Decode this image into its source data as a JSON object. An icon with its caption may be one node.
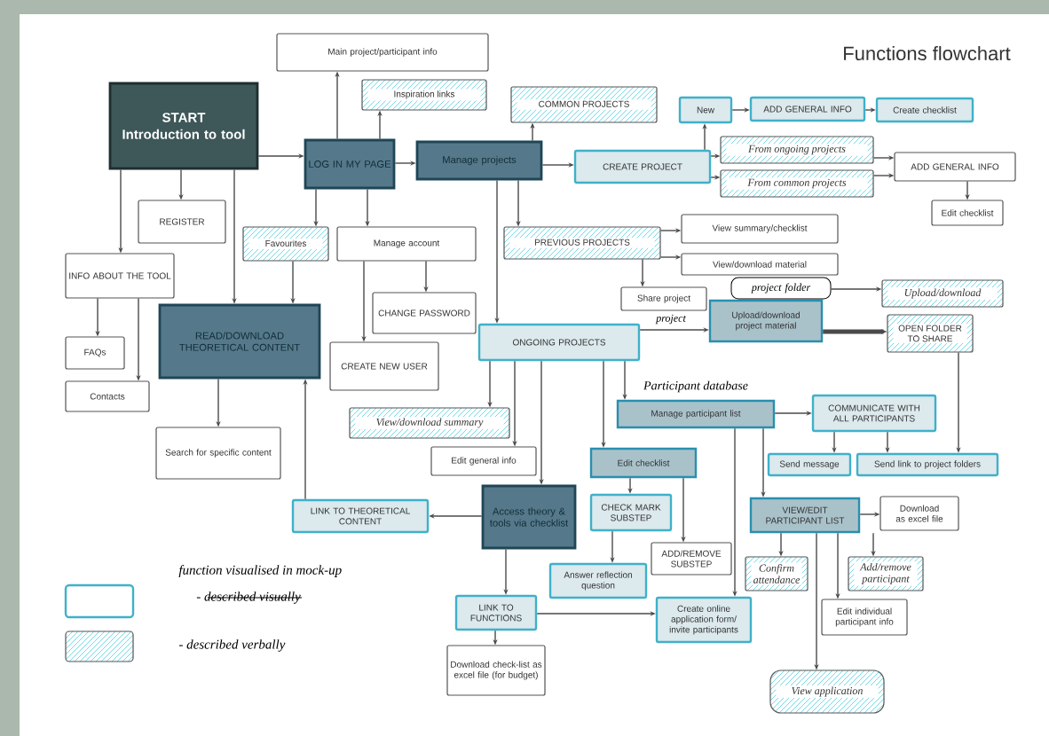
{
  "diagram": {
    "title": "Functions flowchart",
    "nodes": [
      {
        "text": [
          "START",
          "Introduction to tool"
        ]
      },
      {
        "text": [
          "Main project/participant info"
        ]
      },
      {
        "text": [
          "Inspiration links"
        ]
      },
      {
        "text": [
          "LOG IN MY PAGE"
        ]
      },
      {
        "text": [
          "REGISTER"
        ]
      },
      {
        "text": [
          "Favourites"
        ]
      },
      {
        "text": [
          "Manage account"
        ]
      },
      {
        "text": [
          "INFO ABOUT THE TOOL"
        ]
      },
      {
        "text": [
          "READ/DOWNLOAD THEORETICAL CONTENT"
        ]
      },
      {
        "text": [
          "FAQs"
        ]
      },
      {
        "text": [
          "CREATE NEW USER"
        ]
      },
      {
        "text": [
          "CHANGE PASSWORD"
        ]
      },
      {
        "text": [
          "Contacts"
        ]
      },
      {
        "text": [
          "Search for specific content"
        ]
      },
      {
        "text": [
          "Manage projects"
        ]
      },
      {
        "text": [
          "COMMON PROJECTS"
        ]
      },
      {
        "text": [
          "CREATE PROJECT"
        ]
      },
      {
        "text": [
          "New"
        ]
      },
      {
        "text": [
          "ADD GENERAL INFO"
        ]
      },
      {
        "text": [
          "Create checklist"
        ]
      },
      {
        "text": [
          "From ongoing projects"
        ]
      },
      {
        "text": [
          "From common projects"
        ]
      },
      {
        "text": [
          "ADD GENERAL INFO"
        ]
      },
      {
        "text": [
          "Edit checklist"
        ]
      },
      {
        "text": [
          "PREVIOUS PROJECTS"
        ]
      },
      {
        "text": [
          "View summary/checklist"
        ]
      },
      {
        "text": [
          "View/download material"
        ]
      },
      {
        "text": [
          "Share project"
        ]
      },
      {
        "text": [
          "ONGOING PROJECTS"
        ]
      },
      {
        "text": [
          "Upload/download project material"
        ]
      },
      {
        "text": [
          "Upload/download"
        ]
      },
      {
        "text": [
          "OPEN FOLDER TO SHARE"
        ]
      },
      {
        "text": [
          "Manage participant list"
        ]
      },
      {
        "text": [
          "COMMUNICATE WITH ALL PARTICIPANTS"
        ]
      },
      {
        "text": [
          "View/download summary"
        ]
      },
      {
        "text": [
          "Edit general info"
        ]
      },
      {
        "text": [
          "Edit checklist"
        ]
      },
      {
        "text": [
          "Send message"
        ]
      },
      {
        "text": [
          "Send link to project folders"
        ]
      },
      {
        "text": [
          "LINK TO THEORETICAL CONTENT"
        ]
      },
      {
        "text": [
          "Access theory & tools via checklist"
        ]
      },
      {
        "text": [
          "CHECK MARK SUBSTEP"
        ]
      },
      {
        "text": [
          "VIEW/EDIT PARTICIPANT LIST"
        ]
      },
      {
        "text": [
          "Download as excel file"
        ]
      },
      {
        "text": [
          "ADD/REMOVE SUBSTEP"
        ]
      },
      {
        "text": [
          "Answer reflection question"
        ]
      },
      {
        "text": [
          "Confirm attendance"
        ]
      },
      {
        "text": [
          "Add/remove participant"
        ]
      },
      {
        "text": [
          "LINK TO FUNCTIONS"
        ]
      },
      {
        "text": [
          "Create online application form/ invite participants"
        ]
      },
      {
        "text": [
          "Edit individual participant info"
        ]
      },
      {
        "text": [
          "Download check-list as excel file (for budget)"
        ]
      },
      {
        "text": [
          "View application"
        ]
      },
      {
        "text": [
          "project folder"
        ]
      }
    ],
    "edges": [
      {
        "from": 0,
        "to": 3,
        "arrow": "to"
      },
      {
        "from": 0,
        "to": 4,
        "arrow": "to"
      },
      {
        "from": 0,
        "to": 7,
        "arrow": "to"
      },
      {
        "from": 0,
        "to": 8,
        "arrow": "to"
      },
      {
        "from": 8,
        "to": 13,
        "arrow": "to"
      },
      {
        "from": 3,
        "to": 1,
        "arrow": "to"
      },
      {
        "from": 3,
        "to": 2,
        "arrow": "to"
      },
      {
        "from": 3,
        "to": 5,
        "arrow": "to"
      },
      {
        "from": 3,
        "to": 6,
        "arrow": "to"
      },
      {
        "from": 3,
        "to": 14,
        "arrow": "to"
      },
      {
        "from": 5,
        "to": 8,
        "arrow": "to"
      },
      {
        "from": 7,
        "to": 9,
        "arrow": "to"
      },
      {
        "from": 7,
        "to": 12,
        "arrow": "to"
      },
      {
        "from": 6,
        "to": 11,
        "arrow": "to"
      },
      {
        "from": 6,
        "to": 10,
        "arrow": "to"
      },
      {
        "from": 14,
        "to": 15,
        "arrow": "to"
      },
      {
        "from": 14,
        "to": 16,
        "arrow": "to"
      },
      {
        "from": 14,
        "to": 24,
        "arrow": "to"
      },
      {
        "from": 14,
        "to": 28,
        "arrow": "to"
      },
      {
        "from": 16,
        "to": 17,
        "arrow": "to"
      },
      {
        "from": 16,
        "to": 20,
        "arrow": "to"
      },
      {
        "from": 16,
        "to": 21,
        "arrow": "to"
      },
      {
        "from": 17,
        "to": 18,
        "arrow": "to"
      },
      {
        "from": 18,
        "to": 19,
        "arrow": "to"
      },
      {
        "from": 20,
        "to": 22,
        "arrow": "to"
      },
      {
        "from": 21,
        "to": 22,
        "arrow": "to"
      },
      {
        "from": 22,
        "to": 23,
        "arrow": "to"
      },
      {
        "from": 24,
        "to": 25,
        "arrow": "to"
      },
      {
        "from": 24,
        "to": 26,
        "arrow": "to"
      },
      {
        "from": 24,
        "to": 27,
        "arrow": "to"
      },
      {
        "from": 28,
        "to": 29,
        "arrow": "to",
        "label": "project"
      },
      {
        "from": 29,
        "to": 31,
        "arrow": "to",
        "style": "thick"
      },
      {
        "from": 53,
        "to": 30,
        "arrow": "to"
      },
      {
        "from": 31,
        "to": 38,
        "arrow": "to"
      },
      {
        "from": 28,
        "to": 34,
        "arrow": "to"
      },
      {
        "from": 28,
        "to": 35,
        "arrow": "to"
      },
      {
        "from": 28,
        "to": 40,
        "arrow": "to"
      },
      {
        "from": 28,
        "to": 36,
        "arrow": "to"
      },
      {
        "from": 28,
        "to": 32,
        "arrow": "to"
      },
      {
        "from": 32,
        "to": 33,
        "arrow": "to"
      },
      {
        "from": 32,
        "to": 42,
        "arrow": "to"
      },
      {
        "from": 32,
        "to": 49,
        "arrow": "to"
      },
      {
        "from": 33,
        "to": 37,
        "arrow": "to"
      },
      {
        "from": 33,
        "to": 38,
        "arrow": "to"
      },
      {
        "from": 36,
        "to": 41,
        "arrow": "to"
      },
      {
        "from": 36,
        "to": 44,
        "arrow": "to"
      },
      {
        "from": 41,
        "to": 45,
        "arrow": "to"
      },
      {
        "from": 40,
        "to": 39,
        "arrow": "to"
      },
      {
        "from": 39,
        "to": 8,
        "arrow": "to"
      },
      {
        "from": 40,
        "to": 48,
        "arrow": "to"
      },
      {
        "from": 48,
        "to": 51,
        "arrow": "to"
      },
      {
        "from": 48,
        "to": 49,
        "arrow": "to"
      },
      {
        "from": 42,
        "to": 43,
        "arrow": "to"
      },
      {
        "from": 42,
        "to": 46,
        "arrow": "to"
      },
      {
        "from": 42,
        "to": 47,
        "arrow": "to"
      },
      {
        "from": 42,
        "to": 50,
        "arrow": "to"
      },
      {
        "from": 42,
        "to": 52,
        "arrow": "to"
      }
    ],
    "labels": [
      "Participant database",
      "- described visually"
    ],
    "legend": [
      {
        "text": "function visualised in mock-up"
      },
      {
        "text": "- described verbally"
      }
    ]
  }
}
